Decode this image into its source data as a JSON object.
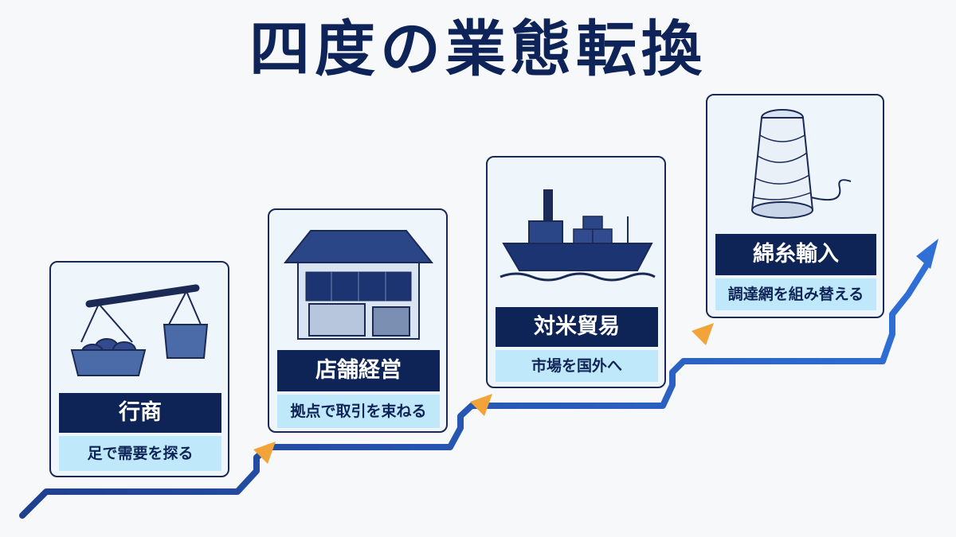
{
  "title": "四度の業態転換",
  "stages": [
    {
      "name": "行商",
      "desc": "足で需要を探る",
      "icon": "carrying-pole-baskets-icon"
    },
    {
      "name": "店舗経営",
      "desc": "拠点で取引を束ねる",
      "icon": "storefront-icon"
    },
    {
      "name": "対米貿易",
      "desc": "市場を国外へ",
      "icon": "cargo-ship-icon"
    },
    {
      "name": "綿糸輸入",
      "desc": "調達網を組み替える",
      "icon": "thread-spool-icon"
    }
  ],
  "colors": {
    "navy": "#0f2456",
    "path_blue": "#2f5fc4",
    "arrow_orange": "#f2a33a",
    "sub_bg": "#bfe9fb",
    "card_bg": "#eef5fb"
  }
}
